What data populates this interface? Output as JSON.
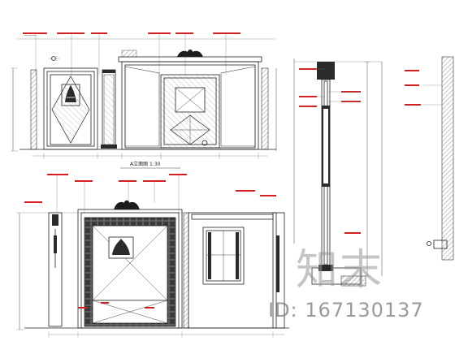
{
  "drawing": {
    "elevation_label": "A立面图 1:30",
    "watermark": {
      "brand": "知末",
      "id_text": "ID: 167130137"
    }
  }
}
